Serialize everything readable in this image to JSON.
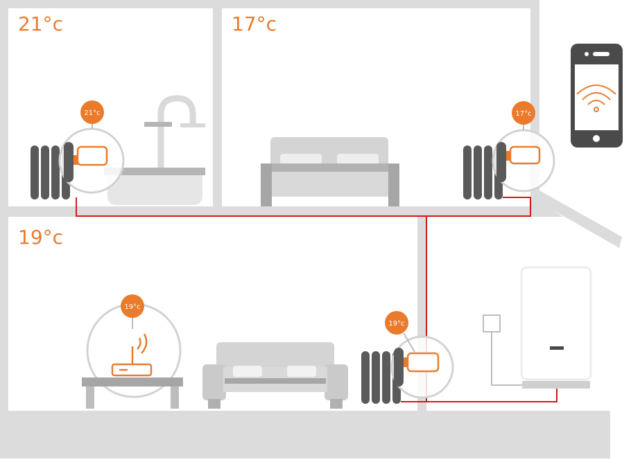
{
  "rooms": {
    "bathroom": {
      "temperature": "21°c",
      "thermostat_label": "21°c"
    },
    "bedroom": {
      "temperature": "17°c",
      "thermostat_label": "17°c"
    },
    "living_room": {
      "temperature": "19°c",
      "router_label": "19°c",
      "thermostat_label": "19°c"
    }
  },
  "colors": {
    "accent": "#ea7b2c",
    "pipe": "#d11a1a",
    "wall": "#dcdcdc",
    "radiator": "#5a5a5a",
    "phone": "#4a4a4a"
  },
  "icons": {
    "phone": "smartphone-icon",
    "wifi": "wifi-icon",
    "boiler": "boiler-icon",
    "router": "router-icon"
  }
}
